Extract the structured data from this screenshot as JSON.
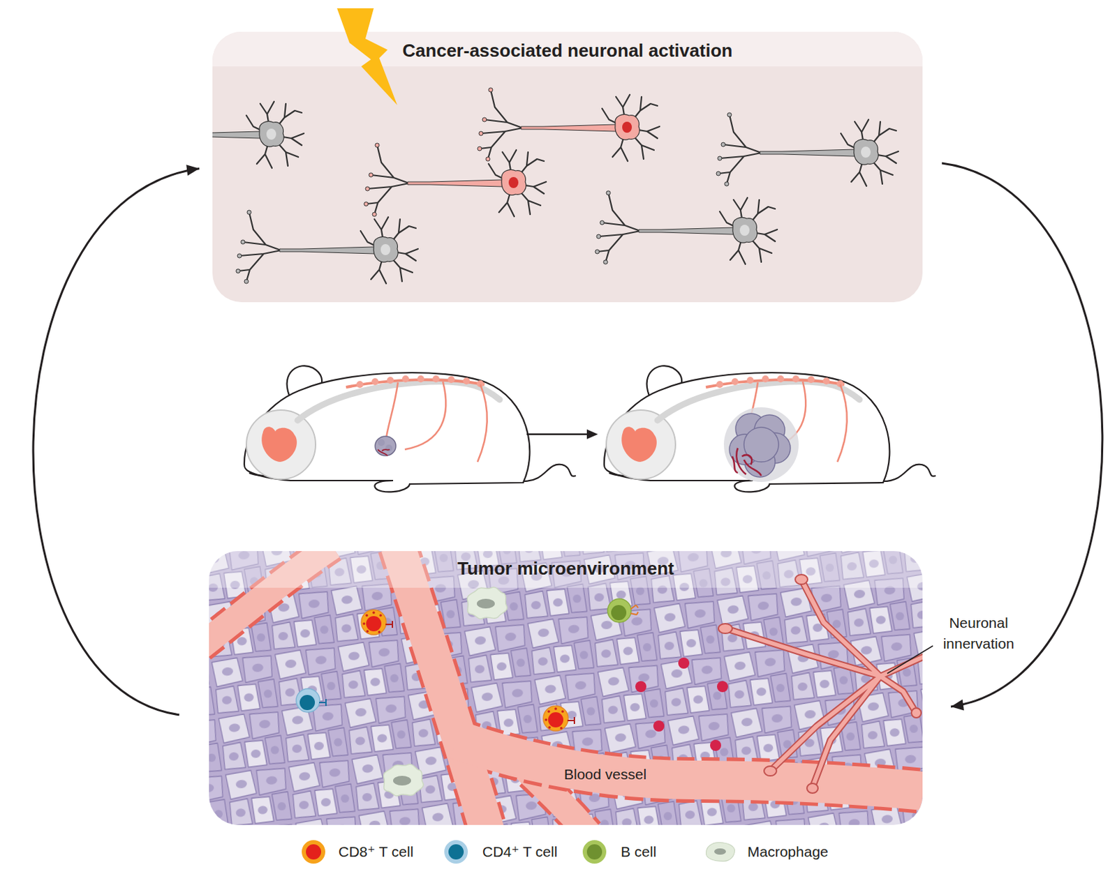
{
  "diagram": {
    "nodes": [
      {
        "text": [
          "Cancer-associated neuronal activation"
        ]
      },
      {
        "text": [
          "Tumor microenvironment"
        ]
      }
    ],
    "edges": [
      {
        "from": 0,
        "to": 1,
        "arrow": "to"
      },
      {
        "from": 1,
        "to": 0,
        "arrow": "to"
      }
    ],
    "labels": [
      "Blood vessel",
      "Neuronal innervation"
    ],
    "legend": [
      {
        "text": "CD8⁺ T cell",
        "color": "#e4211c"
      },
      {
        "text": "CD4⁺ T cell",
        "color": "#0e7194"
      },
      {
        "text": "B cell",
        "color": "#6f9130"
      },
      {
        "text": "Macrophage",
        "color": "#e3ecdc"
      }
    ]
  }
}
